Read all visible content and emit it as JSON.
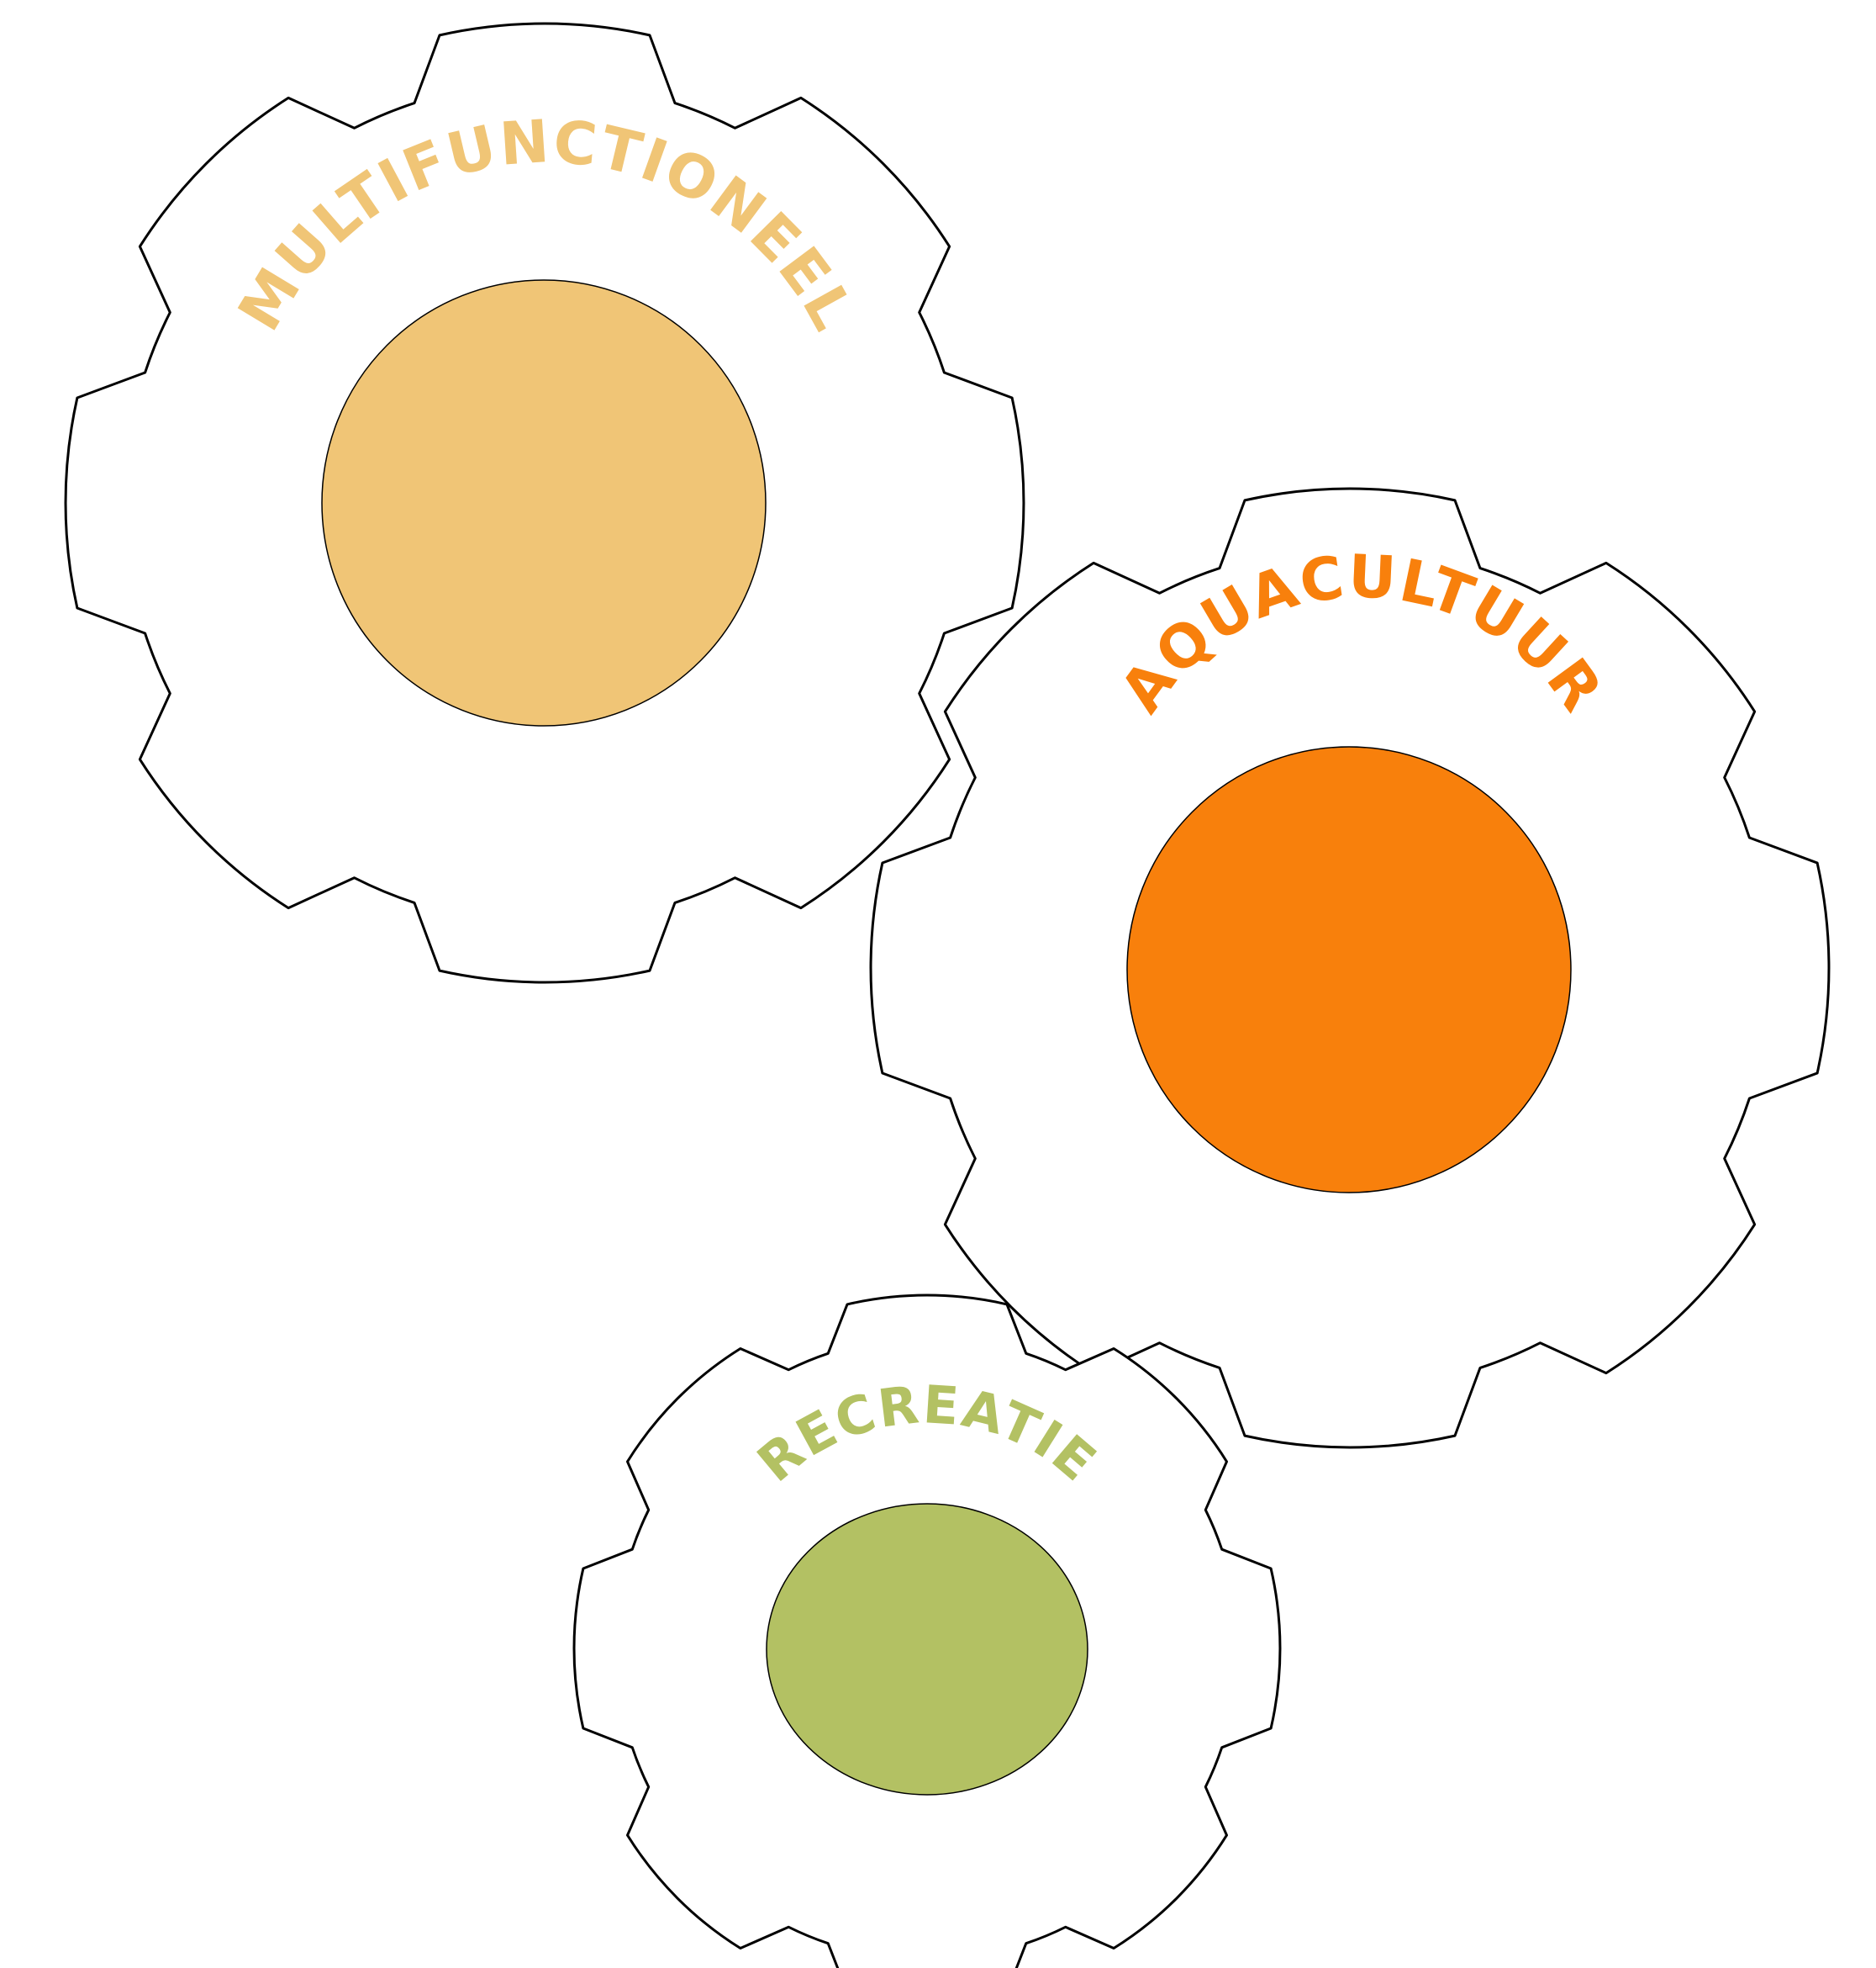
{
  "gears": [
    {
      "id": "multifunctioneel",
      "label": "MULTIFUNCTIONEEL",
      "color": "#F0C576",
      "teeth": 8
    },
    {
      "id": "aquacultuur",
      "label": "AQUACULTUUR",
      "color": "#F8800C",
      "teeth": 8
    },
    {
      "id": "recreatie",
      "label": "RECREATIE",
      "color": "#B3C163",
      "teeth": 8
    }
  ]
}
